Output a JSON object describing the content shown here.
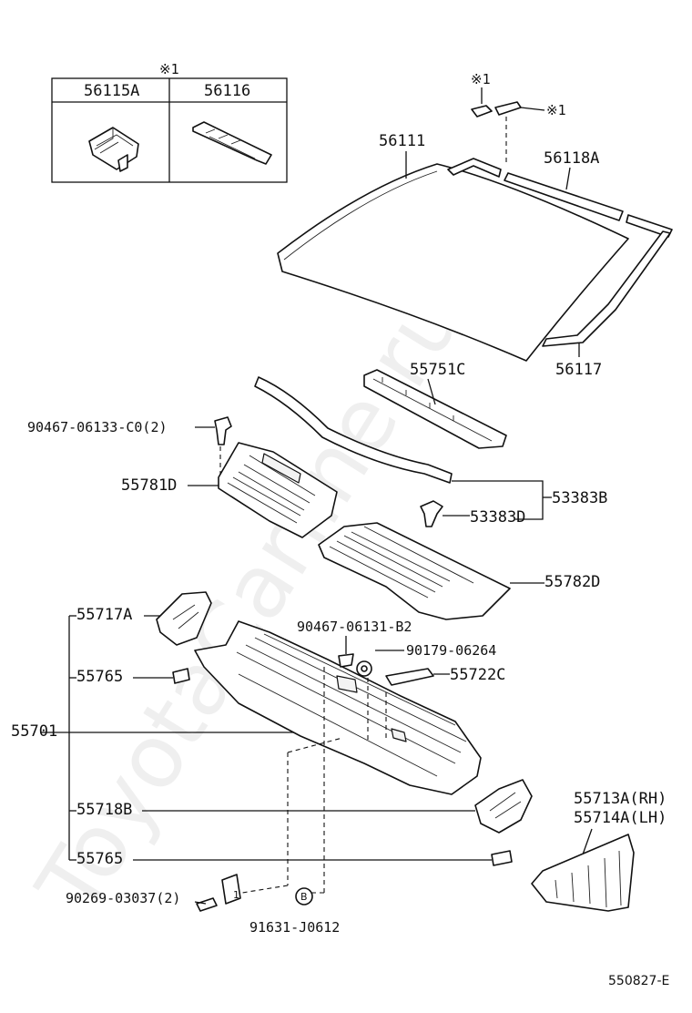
{
  "note_mark": "※1",
  "inset": {
    "col1": "56115A",
    "col2": "56116"
  },
  "labels": {
    "p56111": "56111",
    "p56118A": "56118A",
    "p56117": "56117",
    "p55751C": "55751C",
    "p90467_06133": "90467-06133-C0(2)",
    "p55781D": "55781D",
    "p53383B": "53383B",
    "p53383D": "53383D",
    "p55782D": "55782D",
    "p55717A": "55717A",
    "p90467_06131": "90467-06131-B2",
    "p90179_06264": "90179-06264",
    "p55765a": "55765",
    "p55722C": "55722C",
    "p55701": "55701",
    "p55718B": "55718B",
    "p55713A": "55713A(RH)",
    "p55714A": "55714A(LH)",
    "p55765b": "55765",
    "p90269_03037": "90269-03037(2)",
    "p91631_J0612": "91631-J0612",
    "circle_b": "B",
    "ref_one": "1"
  },
  "watermark": "ToyotaCarline.ru",
  "diagram_code": "550827-E"
}
